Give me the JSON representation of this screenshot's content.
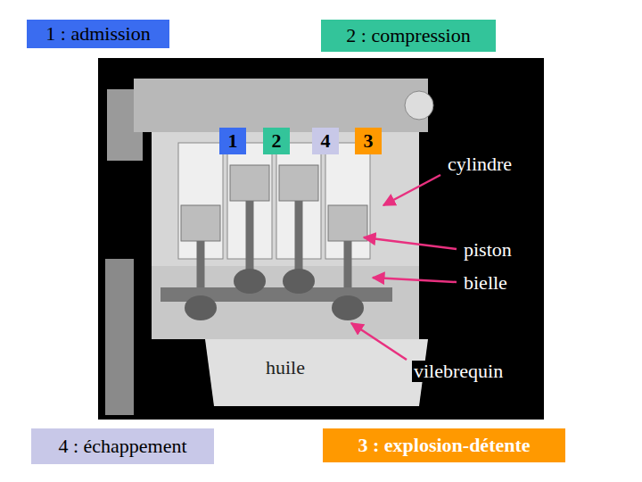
{
  "diagram": {
    "nodes": [
      {
        "text": [
          "1 : admission"
        ]
      },
      {
        "text": [
          "2 : compression"
        ]
      },
      {
        "text": [
          "1"
        ]
      },
      {
        "text": [
          "2"
        ]
      },
      {
        "text": [
          "4"
        ]
      },
      {
        "text": [
          "3"
        ]
      },
      {
        "text": [
          "4 : échappement"
        ]
      },
      {
        "text": [
          "3 : explosion-détente"
        ]
      }
    ],
    "labels": [
      "cylindre",
      "piston",
      "bielle",
      "huile",
      "vilebrequin"
    ]
  }
}
